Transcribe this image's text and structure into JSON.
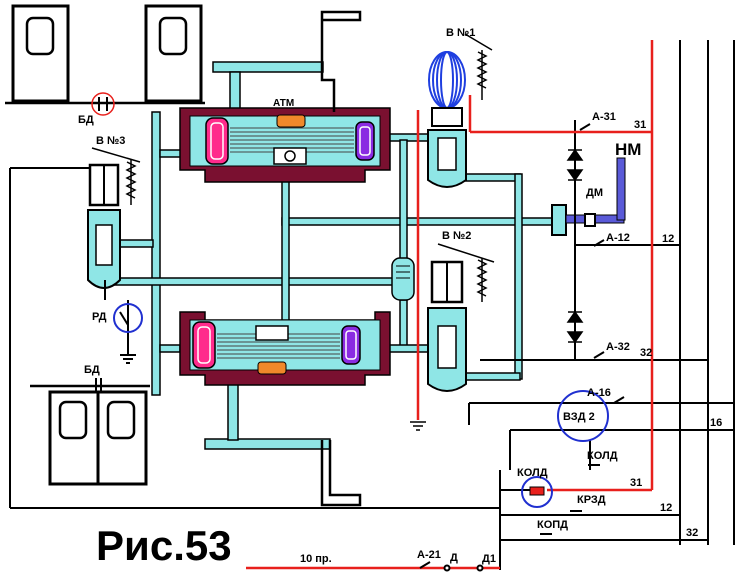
{
  "figure_caption": "Рис.53",
  "labels": {
    "v1": "В №1",
    "v2": "В №2",
    "v3": "В №3",
    "atm": "АТМ",
    "bd_top": "БД",
    "bd_bottom": "БД",
    "rd": "РД",
    "nm": "НМ",
    "dm": "ДМ",
    "a31": "А-31",
    "a12": "А-12",
    "a32": "А-32",
    "a16": "А-16",
    "a21": "А-21",
    "vzd2": "ВЗД 2",
    "kold_left": "КОЛД",
    "kold_right": "КОЛД",
    "krzd": "КРЗД",
    "kopd": "КОПД",
    "pr10": "10 пр.",
    "d": "Д",
    "d1": "Д1",
    "w31_top": "31",
    "w12_top": "12",
    "w32_top": "32",
    "w16": "16",
    "w31_bottom": "31",
    "w12_bottom": "12",
    "w32_bottom": "32"
  },
  "colors": {
    "air": "#8fe6e6",
    "cylinder_outer": "#7a1030",
    "piston_left": "#ff2b8c",
    "piston_right": "#8a2be2",
    "atm_orange": "#f0882a",
    "red_wire": "#e8201c",
    "coil_blue": "#1f3fe0",
    "black": "#000000",
    "highlight_ring": "#2030d0",
    "nm_blue": "#5a5ad8"
  }
}
